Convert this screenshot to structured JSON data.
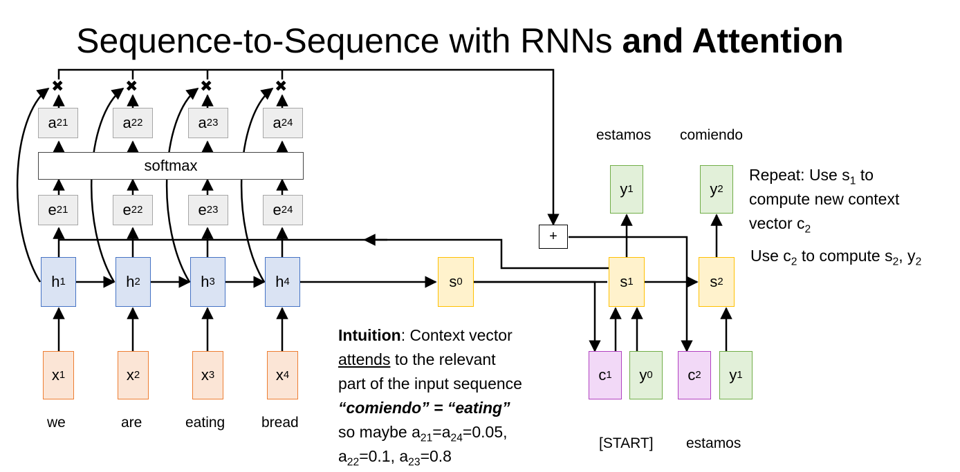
{
  "title": {
    "main": "Sequence-to-Sequence with RNNs",
    "bold": "and Attention"
  },
  "encoder": {
    "hidden": [
      {
        "base": "h",
        "sub": "1"
      },
      {
        "base": "h",
        "sub": "2"
      },
      {
        "base": "h",
        "sub": "3"
      },
      {
        "base": "h",
        "sub": "4"
      }
    ],
    "inputs": [
      {
        "base": "x",
        "sub": "1"
      },
      {
        "base": "x",
        "sub": "2"
      },
      {
        "base": "x",
        "sub": "3"
      },
      {
        "base": "x",
        "sub": "4"
      }
    ],
    "words": [
      "we",
      "are",
      "eating",
      "bread"
    ]
  },
  "attention": {
    "scores": [
      {
        "base": "e",
        "sub": "21"
      },
      {
        "base": "e",
        "sub": "22"
      },
      {
        "base": "e",
        "sub": "23"
      },
      {
        "base": "e",
        "sub": "24"
      }
    ],
    "weights": [
      {
        "base": "a",
        "sub": "21"
      },
      {
        "base": "a",
        "sub": "22"
      },
      {
        "base": "a",
        "sub": "23"
      },
      {
        "base": "a",
        "sub": "24"
      }
    ],
    "softmax_label": "softmax",
    "multiply_symbol": "✖",
    "plus_symbol": "+"
  },
  "decoder": {
    "s0": {
      "base": "s",
      "sub": "0"
    },
    "s1": {
      "base": "s",
      "sub": "1"
    },
    "s2": {
      "base": "s",
      "sub": "2"
    },
    "y1": {
      "base": "y",
      "sub": "1"
    },
    "y2": {
      "base": "y",
      "sub": "2"
    },
    "c1": {
      "base": "c",
      "sub": "1"
    },
    "y0": {
      "base": "y",
      "sub": "0"
    },
    "c2": {
      "base": "c",
      "sub": "2"
    },
    "y1_in": {
      "base": "y",
      "sub": "1"
    },
    "output_words": [
      "estamos",
      "comiendo"
    ],
    "input_words": [
      "[START]",
      "estamos"
    ]
  },
  "notes": {
    "repeat_line1_pre": "Repeat: Use s",
    "repeat_line1_sub": "1",
    "repeat_line1_post": " to",
    "repeat_line2": "compute new context",
    "repeat_line3_pre": "vector c",
    "repeat_line3_sub": "2",
    "use_pre": "Use c",
    "use_sub1": "2",
    "use_mid": " to compute s",
    "use_sub2": "2",
    "use_mid2": ", y",
    "use_sub3": "2"
  },
  "intuition": {
    "bold": "Intuition",
    "line1_rest": ": Context vector",
    "line2_u": "attends",
    "line2_rest": " to the relevant",
    "line3": "part of the input sequence",
    "line4": "“comiendo” = “eating”",
    "line5": {
      "p1": "so maybe a",
      "s1": "21",
      "p2": "=a",
      "s2": "24",
      "p3": "=0.05,"
    },
    "line6": {
      "p1": "a",
      "s1": "22",
      "p2": "=0.1, a",
      "s2": "23",
      "p3": "=0.8"
    }
  }
}
